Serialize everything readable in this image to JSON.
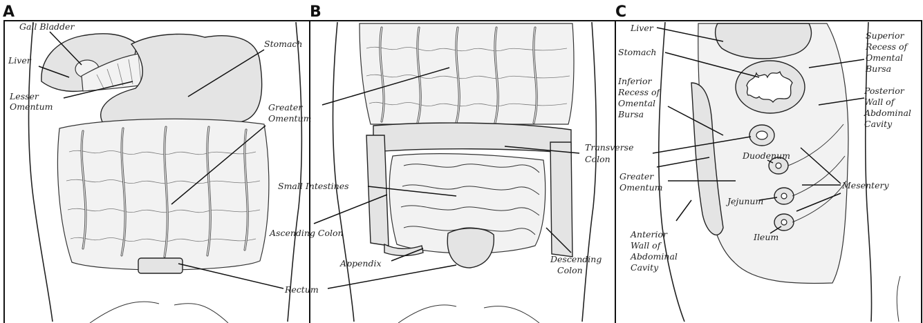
{
  "panels": [
    {
      "letter": "A",
      "labels": {
        "gall_bladder": "Gall Bladder",
        "liver": "Liver",
        "lesser_omentum_1": "Lesser",
        "lesser_omentum_2": "Omentum",
        "stomach": "Stomach",
        "greater_omentum_1": "Greater",
        "greater_omentum_2": "Omentum",
        "rectum": "Rectum"
      }
    },
    {
      "letter": "B",
      "labels": {
        "small_intestines": "Small Intestines",
        "ascending_colon": "Ascending Colon",
        "appendix": "Appendix",
        "transverse_colon_1": "Transverse",
        "transverse_colon_2": "Colon",
        "descending_colon_1": "Descending",
        "descending_colon_2": "Colon"
      }
    },
    {
      "letter": "C",
      "labels": {
        "liver": "Liver",
        "stomach": "Stomach",
        "inferior_recess_1": "Inferior",
        "inferior_recess_2": "Recess of",
        "inferior_recess_3": "Omental",
        "inferior_recess_4": "Bursa",
        "superior_recess_1": "Superior",
        "superior_recess_2": "Recess of",
        "superior_recess_3": "Omental",
        "superior_recess_4": "Bursa",
        "posterior_wall_1": "Posterior",
        "posterior_wall_2": "Wall of",
        "posterior_wall_3": "Abdominal",
        "posterior_wall_4": "Cavity",
        "duodenum": "Duodenum",
        "greater_omentum_1": "Greater",
        "greater_omentum_2": "Omentum",
        "mesentery": "Mesentery",
        "jejunum": "Jejunum",
        "ileum": "Ileum",
        "anterior_wall_1": "Anterior",
        "anterior_wall_2": "Wall of",
        "anterior_wall_3": "Abdominal",
        "anterior_wall_4": "Cavity"
      }
    }
  ]
}
